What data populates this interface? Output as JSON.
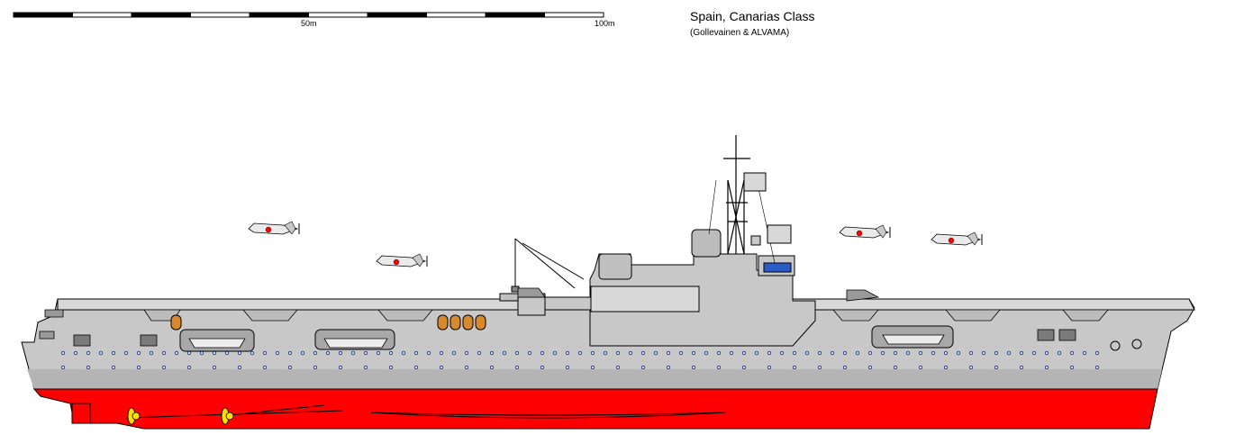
{
  "title": "Spain, Canarias Class",
  "subtitle": "(Gollevainen & ALVAMA)",
  "scale": {
    "label_mid": "50m",
    "label_end": "100m",
    "segments": 10
  },
  "colors": {
    "background": "#ffffff",
    "hull_grey": "#c8c8c8",
    "hull_dark": "#a0a0a0",
    "deck_grey": "#d2d2d2",
    "waterline_red": "#ff0000",
    "boat_orange": "#d9892b",
    "porthole_blue": "#1e3c8c",
    "propeller_yellow": "#ffe000",
    "window_blue": "#2a5cc8"
  },
  "icons": {
    "aircraft": "fighter-plane-icon",
    "propeller": "propeller-icon",
    "crane": "crane-icon",
    "mast": "lattice-mast-icon"
  },
  "aircraft_count": 4
}
